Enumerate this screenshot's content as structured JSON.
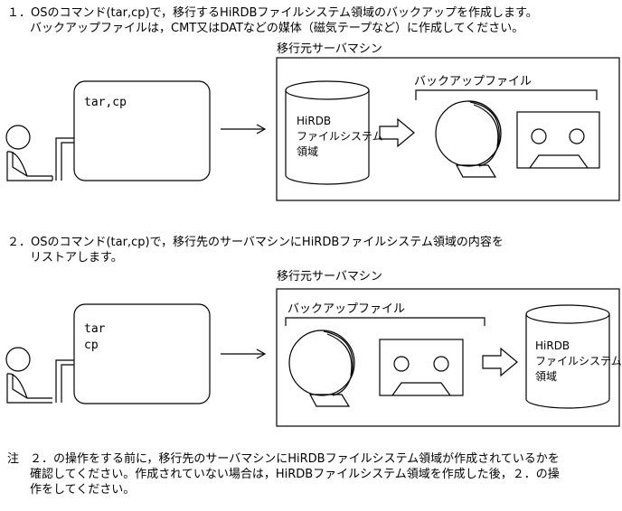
{
  "step1": {
    "line1": "１．OSのコマンド(tar,cp)で，移行するHiRDBファイルシステム領域のバックアップを作成します。",
    "line2": "バックアップファイルは，CMT又はDATなどの媒体（磁気テープなど）に作成してください。",
    "machine_label": "移行元サーバマシン",
    "backup_label": "バックアップファイル",
    "screen_text": "tar,cp",
    "cylinder_line1": "HiRDB",
    "cylinder_line2": "ファイルシステム",
    "cylinder_line3": "領域"
  },
  "step2": {
    "line1": "２．OSのコマンド(tar,cp)で，移行先のサーバマシンにHiRDBファイルシステム領域の内容を",
    "line2": "リストアします。",
    "machine_label": "移行元サーバマシン",
    "backup_label": "バックアップファイル",
    "screen_line1": "tar",
    "screen_line2": "cp",
    "cylinder_line1": "HiRDB",
    "cylinder_line2": "ファイルシステム",
    "cylinder_line3": "領域"
  },
  "note": {
    "mark": "注",
    "line1": "２．の操作をする前に，移行先のサーバマシンにHiRDBファイルシステム領域が作成されているかを",
    "line2": "確認してください。作成されていない場合は，HiRDBファイルシステム領域を作成した後，２．の操",
    "line3": "作をしてください。"
  }
}
